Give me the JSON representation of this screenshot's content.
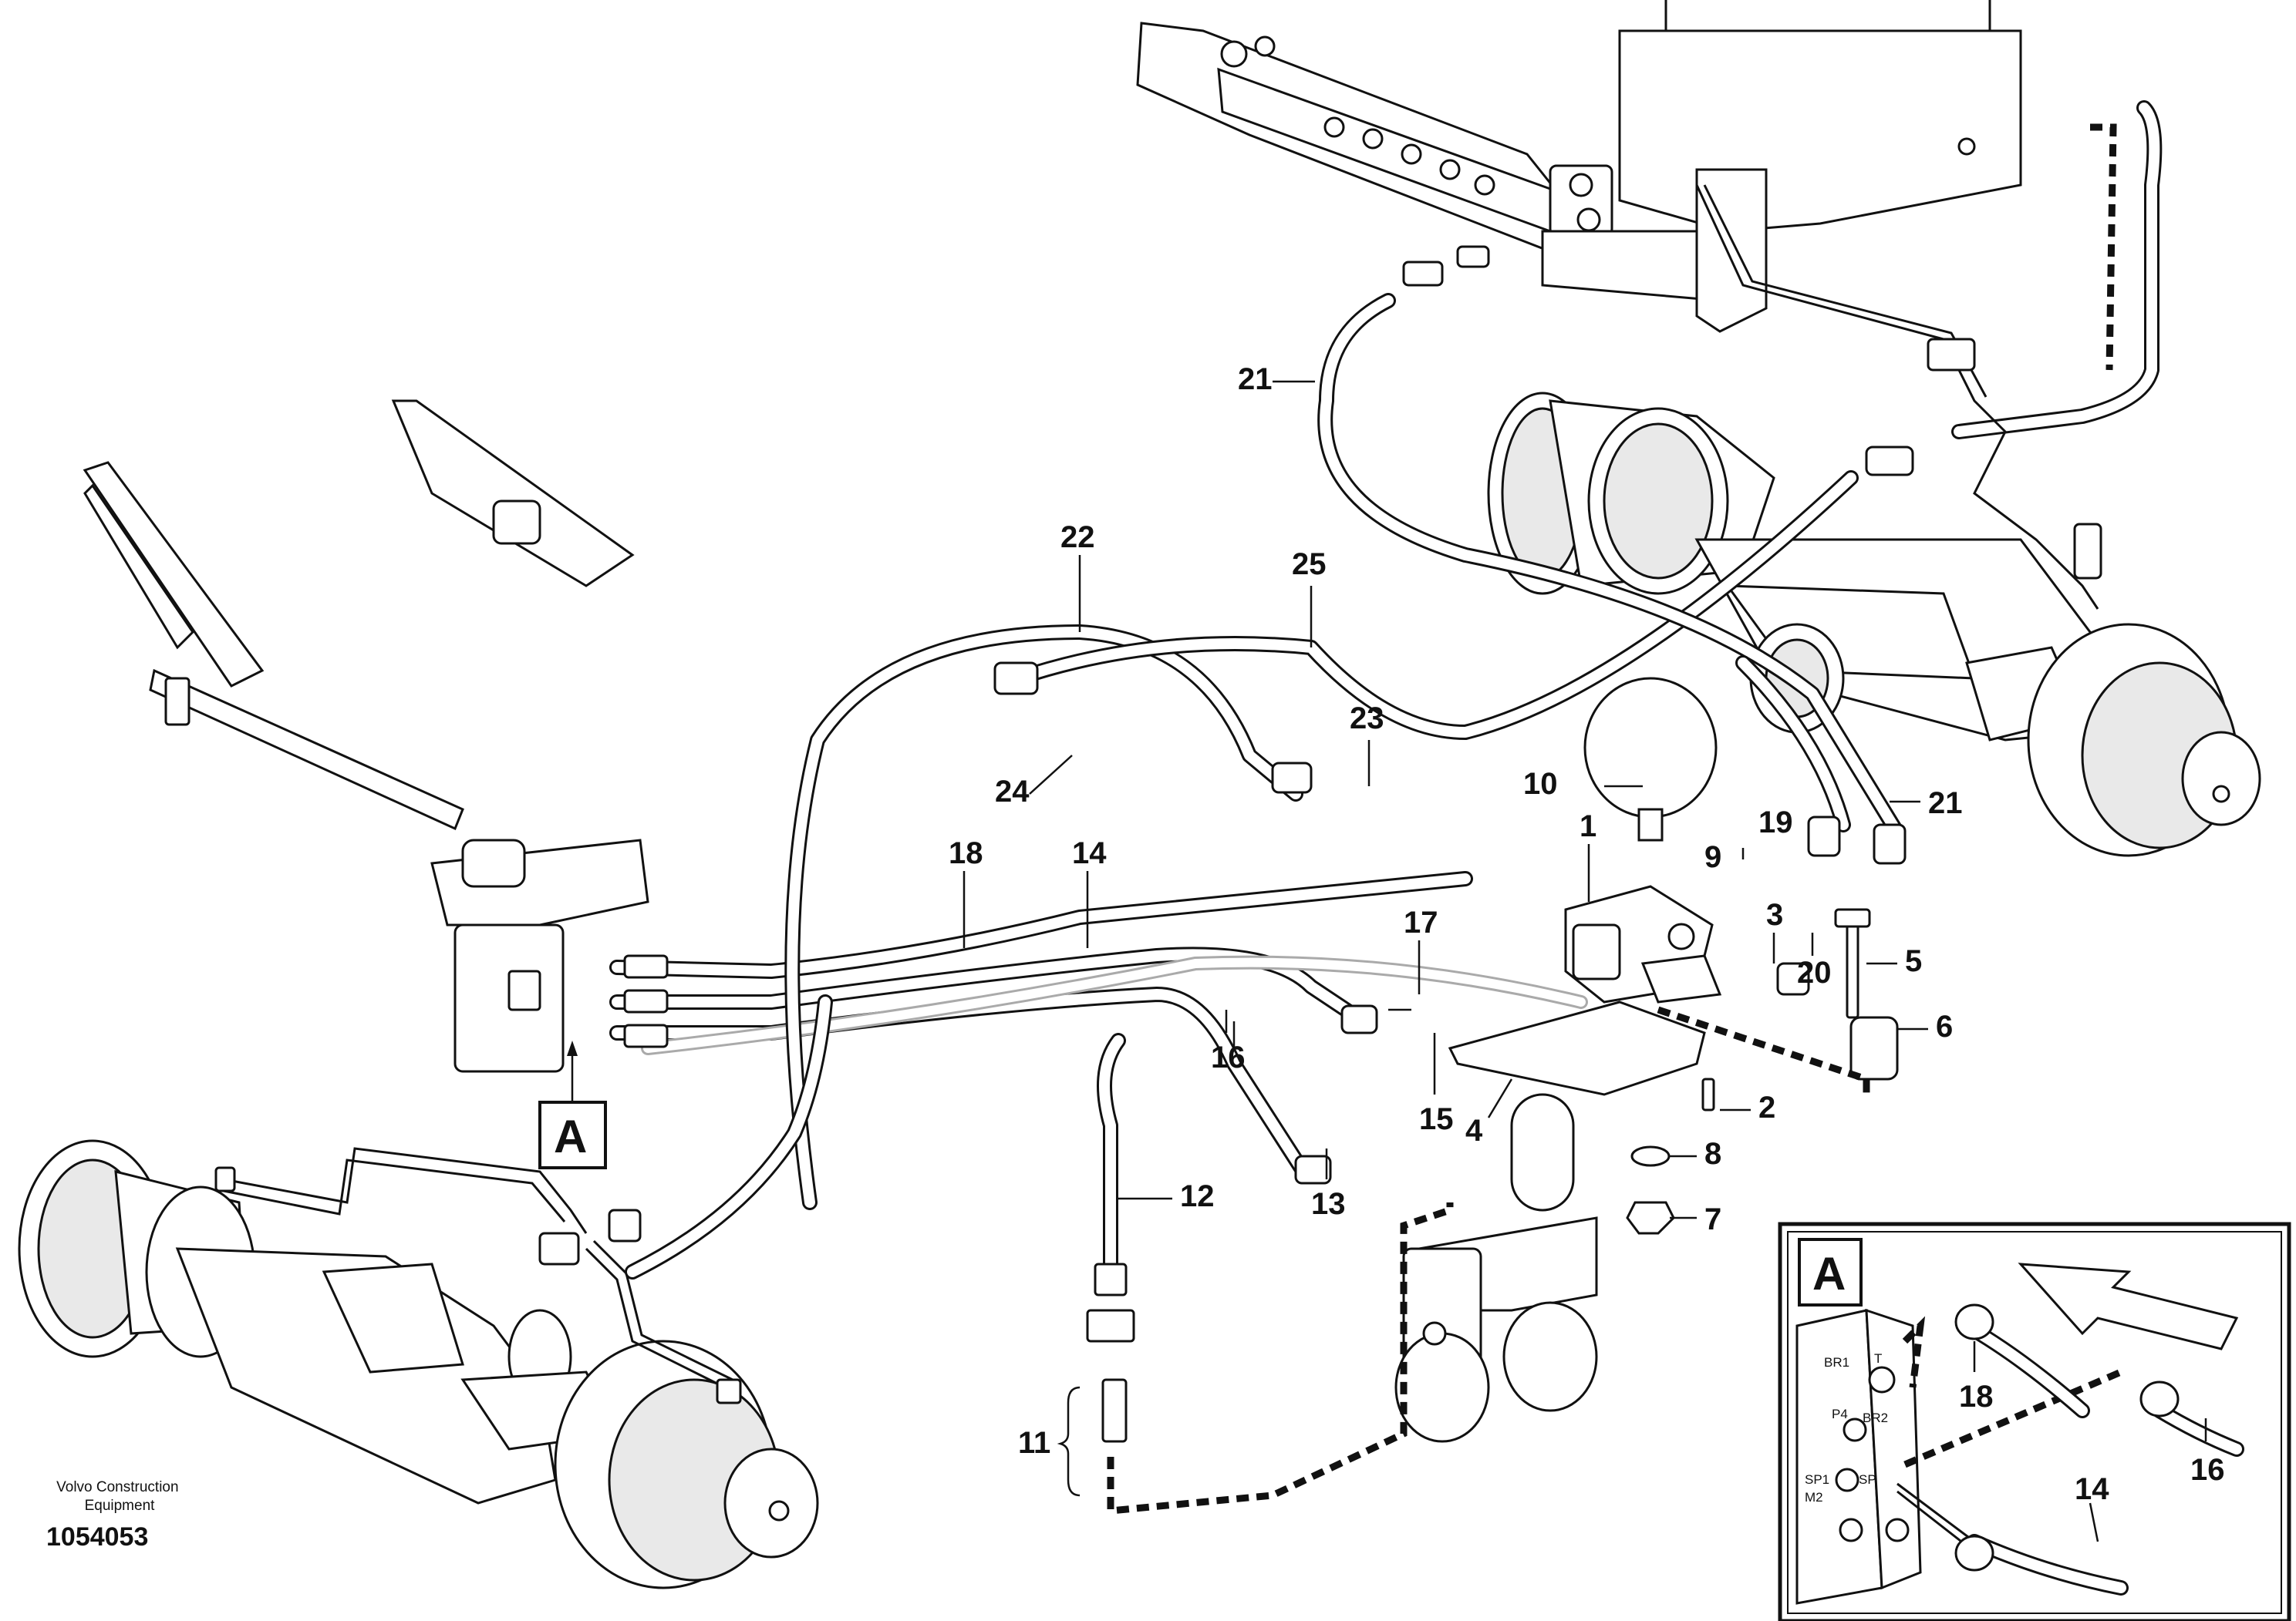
{
  "figure": {
    "publisher": "Volvo Construction Equipment",
    "document_number": "1054053"
  },
  "view_marker": {
    "letter": "A"
  },
  "inset": {
    "letter": "A",
    "port_labels": [
      "BR1",
      "T",
      "BR2",
      "P4",
      "SP1",
      "M2",
      "SP"
    ],
    "callouts": [
      "18",
      "14",
      "16"
    ]
  },
  "callouts": [
    "1",
    "2",
    "3",
    "4",
    "5",
    "6",
    "7",
    "8",
    "9",
    "10",
    "11",
    "12",
    "13",
    "14",
    "15",
    "16",
    "17",
    "18",
    "19",
    "20",
    "21",
    "21",
    "22",
    "23",
    "24",
    "25"
  ]
}
